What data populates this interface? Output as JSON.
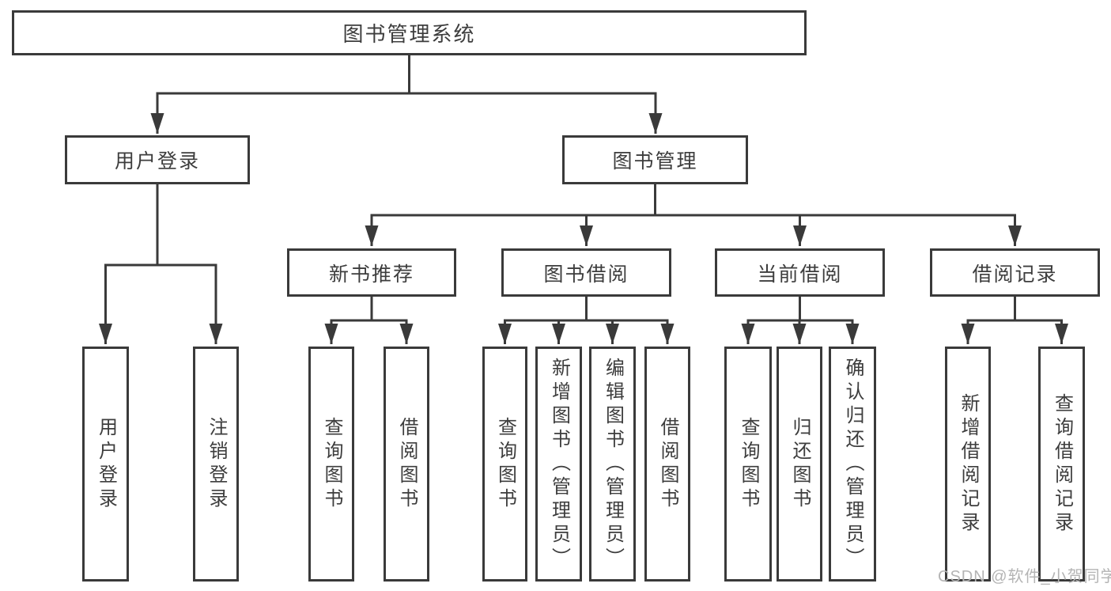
{
  "diagram": {
    "title": "图书管理系统",
    "root": {
      "label": "图书管理系统"
    },
    "branches": [
      {
        "label": "用户登录",
        "children": [
          {
            "label": "用户登录"
          },
          {
            "label": "注销登录"
          }
        ]
      },
      {
        "label": "图书管理",
        "groups": [
          {
            "label": "新书推荐",
            "children": [
              {
                "label": "查询图书"
              },
              {
                "label": "借阅图书"
              }
            ]
          },
          {
            "label": "图书借阅",
            "children": [
              {
                "label": "查询图书"
              },
              {
                "label": "新增图书（管理员）"
              },
              {
                "label": "编辑图书（管理员）"
              },
              {
                "label": "借阅图书"
              }
            ]
          },
          {
            "label": "当前借阅",
            "children": [
              {
                "label": "查询图书"
              },
              {
                "label": "归还图书"
              },
              {
                "label": "确认归还（管理员）"
              }
            ]
          },
          {
            "label": "借阅记录",
            "children": [
              {
                "label": "新增借阅记录"
              },
              {
                "label": "查询借阅记录"
              }
            ]
          }
        ]
      }
    ]
  },
  "watermark": {
    "text": "CSDN @软件_小贺同学"
  },
  "colors": {
    "line": "#3a3a3a",
    "text": "#3d3d3d",
    "background": "#ffffff",
    "watermark": "#b4b4b4"
  }
}
